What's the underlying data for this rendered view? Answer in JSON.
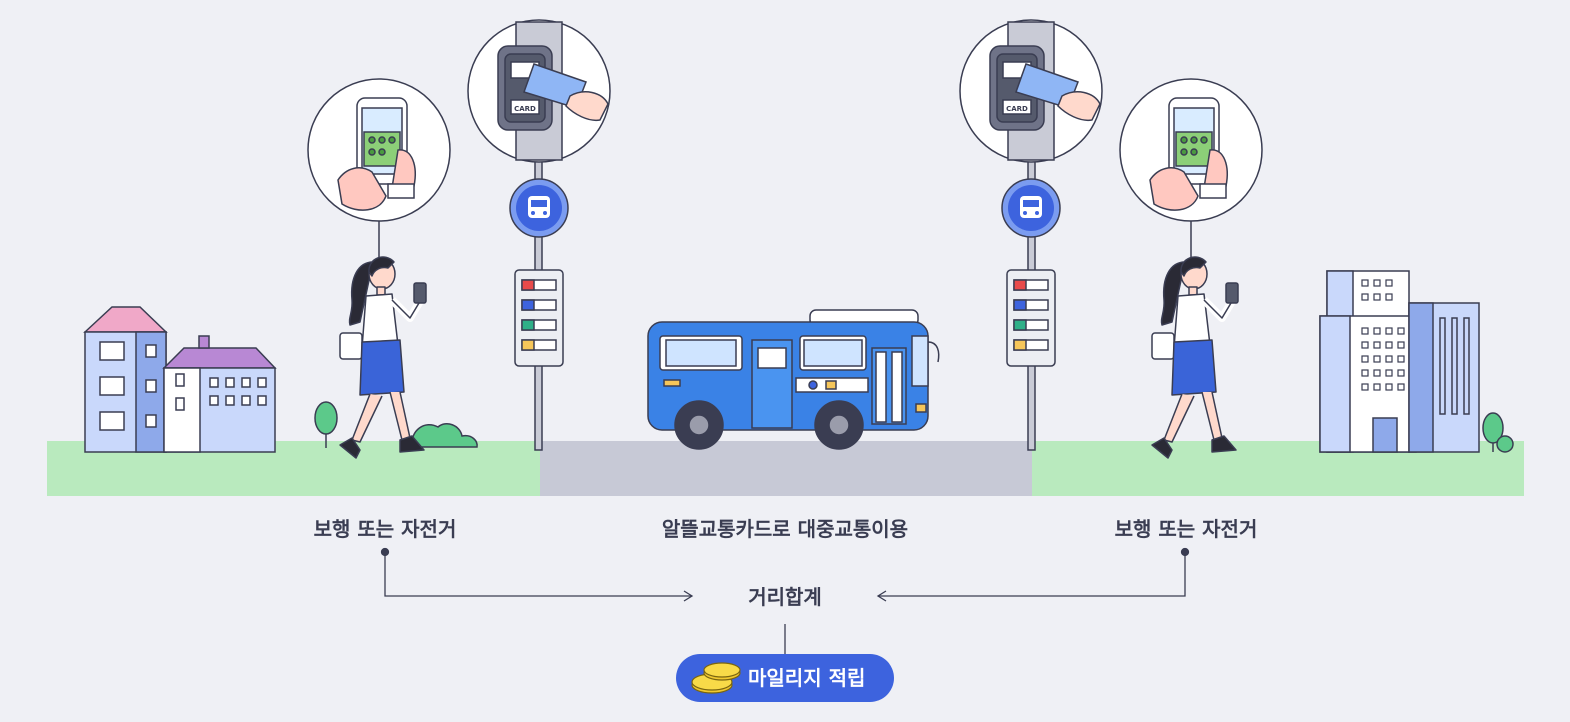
{
  "labels": {
    "walk_left": "보행 또는 자전거",
    "transit": "알뜰교통카드로 대중교통이용",
    "walk_right": "보행 또는 자전거",
    "distance_total": "거리합계"
  },
  "reward": {
    "label": "마일리지 적립"
  },
  "card_reader": {
    "card_text": "CARD"
  },
  "colors": {
    "background": "#eff0f5",
    "grass": "#b9eabe",
    "road": "#c7c9d6",
    "bus_blue": "#3a82e6",
    "accent_blue": "#3d63de",
    "line": "#3a3d52"
  },
  "icons": {
    "bus_stop_sign": "bus-icon",
    "reward_badge": "coin-icon",
    "phone_app": "smartphone-icon",
    "card_tap": "card-reader-icon"
  }
}
